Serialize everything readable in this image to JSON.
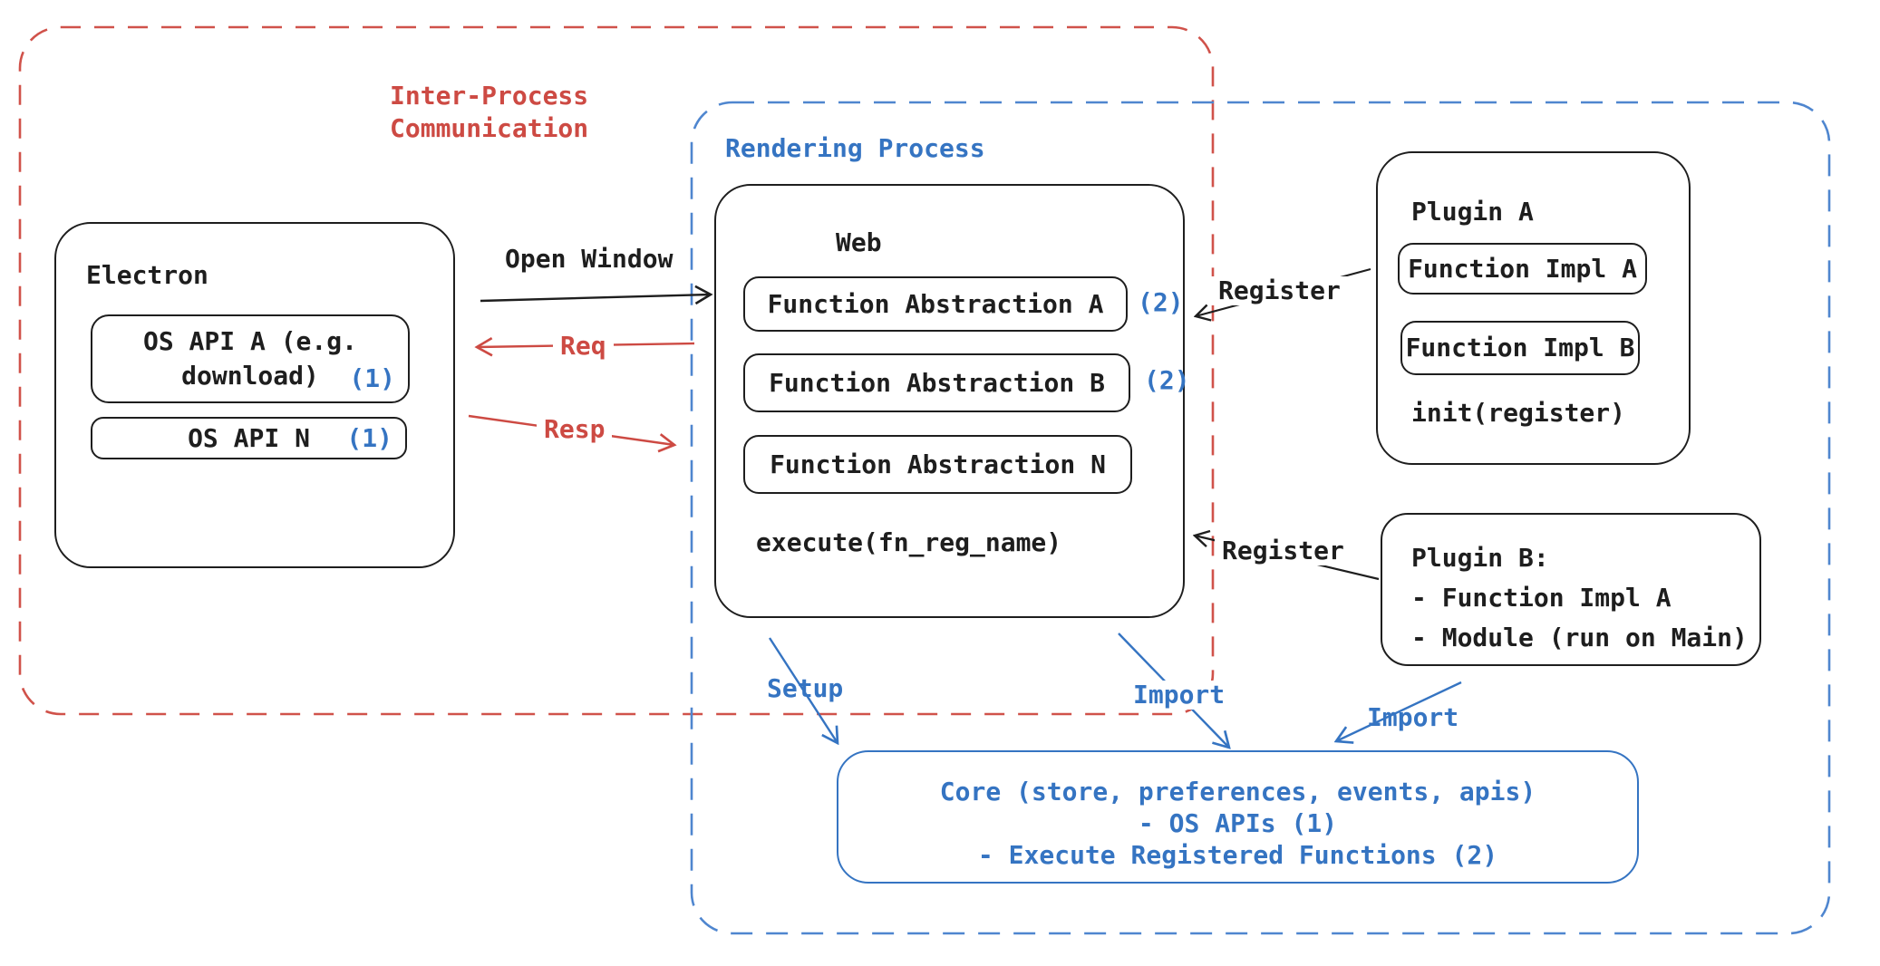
{
  "colors": {
    "ink": "#1e1e1e",
    "red": "#cd4a43",
    "blue": "#3574c2",
    "blue_dash": "#4f86cf",
    "red_dash": "#d0524a"
  },
  "ipc": {
    "label_line1": "Inter-Process",
    "label_line2": "Communication"
  },
  "rendering": {
    "label": "Rendering Process"
  },
  "electron": {
    "title": "Electron",
    "api_a_line1": "OS API A (e.g.",
    "api_a_line2": "download)",
    "api_a_badge": "(1)",
    "api_n": "OS API N",
    "api_n_badge": "(1)"
  },
  "web": {
    "title": "Web",
    "fn_a": "Function Abstraction A",
    "fn_a_badge": "(2)",
    "fn_b": "Function Abstraction B",
    "fn_b_badge": "(2)",
    "fn_n": "Function Abstraction N",
    "execute": "execute(fn_reg_name)"
  },
  "plugin_a": {
    "title": "Plugin A",
    "impl_a": "Function Impl A",
    "impl_b": "Function Impl B",
    "init": "init(register)"
  },
  "plugin_b": {
    "line1": "Plugin B:",
    "line2": "- Function Impl A",
    "line3": "- Module (run on Main)"
  },
  "core": {
    "line1": "Core (store, preferences, events, apis)",
    "line2": "- OS APIs (1)",
    "line3": "- Execute Registered Functions (2)"
  },
  "arrows": {
    "open_window": "Open Window",
    "req": "Req",
    "resp": "Resp",
    "register_top": "Register",
    "register_bottom": "Register",
    "setup": "Setup",
    "import_web": "Import",
    "import_plugin": "Import"
  }
}
